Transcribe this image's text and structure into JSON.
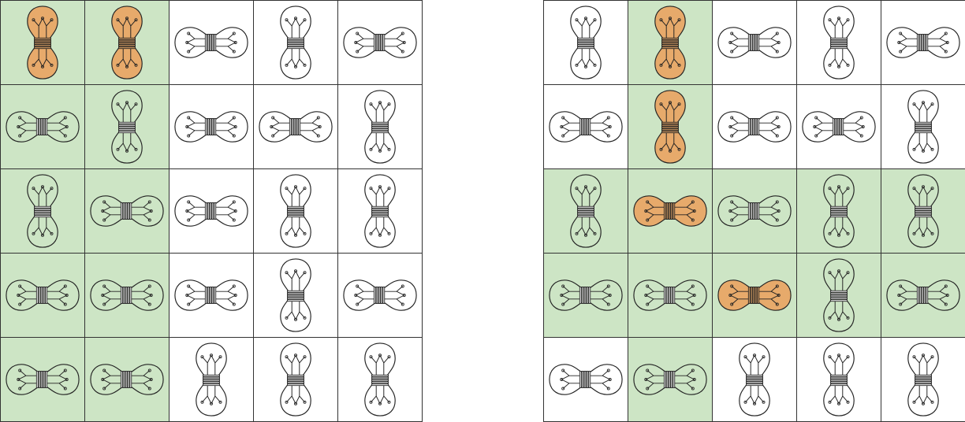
{
  "colors": {
    "green_cell": "#cde5c5",
    "white_cell": "#ffffff",
    "lit_bulb": "#e7aa6b",
    "unlit_bulb": "none",
    "grid_line": "#333333"
  },
  "icon": "lightbulb-icon",
  "boards": [
    {
      "name": "left",
      "cells": [
        [
          {
            "bg": "green",
            "orient": "v",
            "lit": true
          },
          {
            "bg": "green",
            "orient": "v",
            "lit": true
          },
          {
            "bg": "white",
            "orient": "h",
            "lit": false
          },
          {
            "bg": "white",
            "orient": "v",
            "lit": false
          },
          {
            "bg": "white",
            "orient": "h",
            "lit": false
          }
        ],
        [
          {
            "bg": "green",
            "orient": "h",
            "lit": false
          },
          {
            "bg": "green",
            "orient": "v",
            "lit": false
          },
          {
            "bg": "white",
            "orient": "h",
            "lit": false
          },
          {
            "bg": "white",
            "orient": "h",
            "lit": false
          },
          {
            "bg": "white",
            "orient": "v",
            "lit": false
          }
        ],
        [
          {
            "bg": "green",
            "orient": "v",
            "lit": false
          },
          {
            "bg": "green",
            "orient": "h",
            "lit": false
          },
          {
            "bg": "white",
            "orient": "h",
            "lit": false
          },
          {
            "bg": "white",
            "orient": "v",
            "lit": false
          },
          {
            "bg": "white",
            "orient": "v",
            "lit": false
          }
        ],
        [
          {
            "bg": "green",
            "orient": "h",
            "lit": false
          },
          {
            "bg": "green",
            "orient": "h",
            "lit": false
          },
          {
            "bg": "white",
            "orient": "h",
            "lit": false
          },
          {
            "bg": "white",
            "orient": "v",
            "lit": false
          },
          {
            "bg": "white",
            "orient": "h",
            "lit": false
          }
        ],
        [
          {
            "bg": "green",
            "orient": "h",
            "lit": false
          },
          {
            "bg": "green",
            "orient": "h",
            "lit": false
          },
          {
            "bg": "white",
            "orient": "v",
            "lit": false
          },
          {
            "bg": "white",
            "orient": "v",
            "lit": false
          },
          {
            "bg": "white",
            "orient": "v",
            "lit": false
          }
        ]
      ]
    },
    {
      "name": "right",
      "cells": [
        [
          {
            "bg": "white",
            "orient": "v",
            "lit": false
          },
          {
            "bg": "green",
            "orient": "v",
            "lit": true
          },
          {
            "bg": "white",
            "orient": "h",
            "lit": false
          },
          {
            "bg": "white",
            "orient": "v",
            "lit": false
          },
          {
            "bg": "white",
            "orient": "h",
            "lit": false
          }
        ],
        [
          {
            "bg": "white",
            "orient": "h",
            "lit": false
          },
          {
            "bg": "green",
            "orient": "v",
            "lit": true
          },
          {
            "bg": "white",
            "orient": "h",
            "lit": false
          },
          {
            "bg": "white",
            "orient": "h",
            "lit": false
          },
          {
            "bg": "white",
            "orient": "v",
            "lit": false
          }
        ],
        [
          {
            "bg": "green",
            "orient": "v",
            "lit": false
          },
          {
            "bg": "green",
            "orient": "h",
            "lit": true
          },
          {
            "bg": "green",
            "orient": "h",
            "lit": false
          },
          {
            "bg": "green",
            "orient": "v",
            "lit": false
          },
          {
            "bg": "green",
            "orient": "v",
            "lit": false
          }
        ],
        [
          {
            "bg": "green",
            "orient": "h",
            "lit": false
          },
          {
            "bg": "green",
            "orient": "h",
            "lit": false
          },
          {
            "bg": "green",
            "orient": "h",
            "lit": true
          },
          {
            "bg": "green",
            "orient": "v",
            "lit": false
          },
          {
            "bg": "green",
            "orient": "h",
            "lit": false
          }
        ],
        [
          {
            "bg": "white",
            "orient": "h",
            "lit": false
          },
          {
            "bg": "green",
            "orient": "h",
            "lit": false
          },
          {
            "bg": "white",
            "orient": "v",
            "lit": false
          },
          {
            "bg": "white",
            "orient": "v",
            "lit": false
          },
          {
            "bg": "white",
            "orient": "v",
            "lit": false
          }
        ]
      ]
    }
  ]
}
